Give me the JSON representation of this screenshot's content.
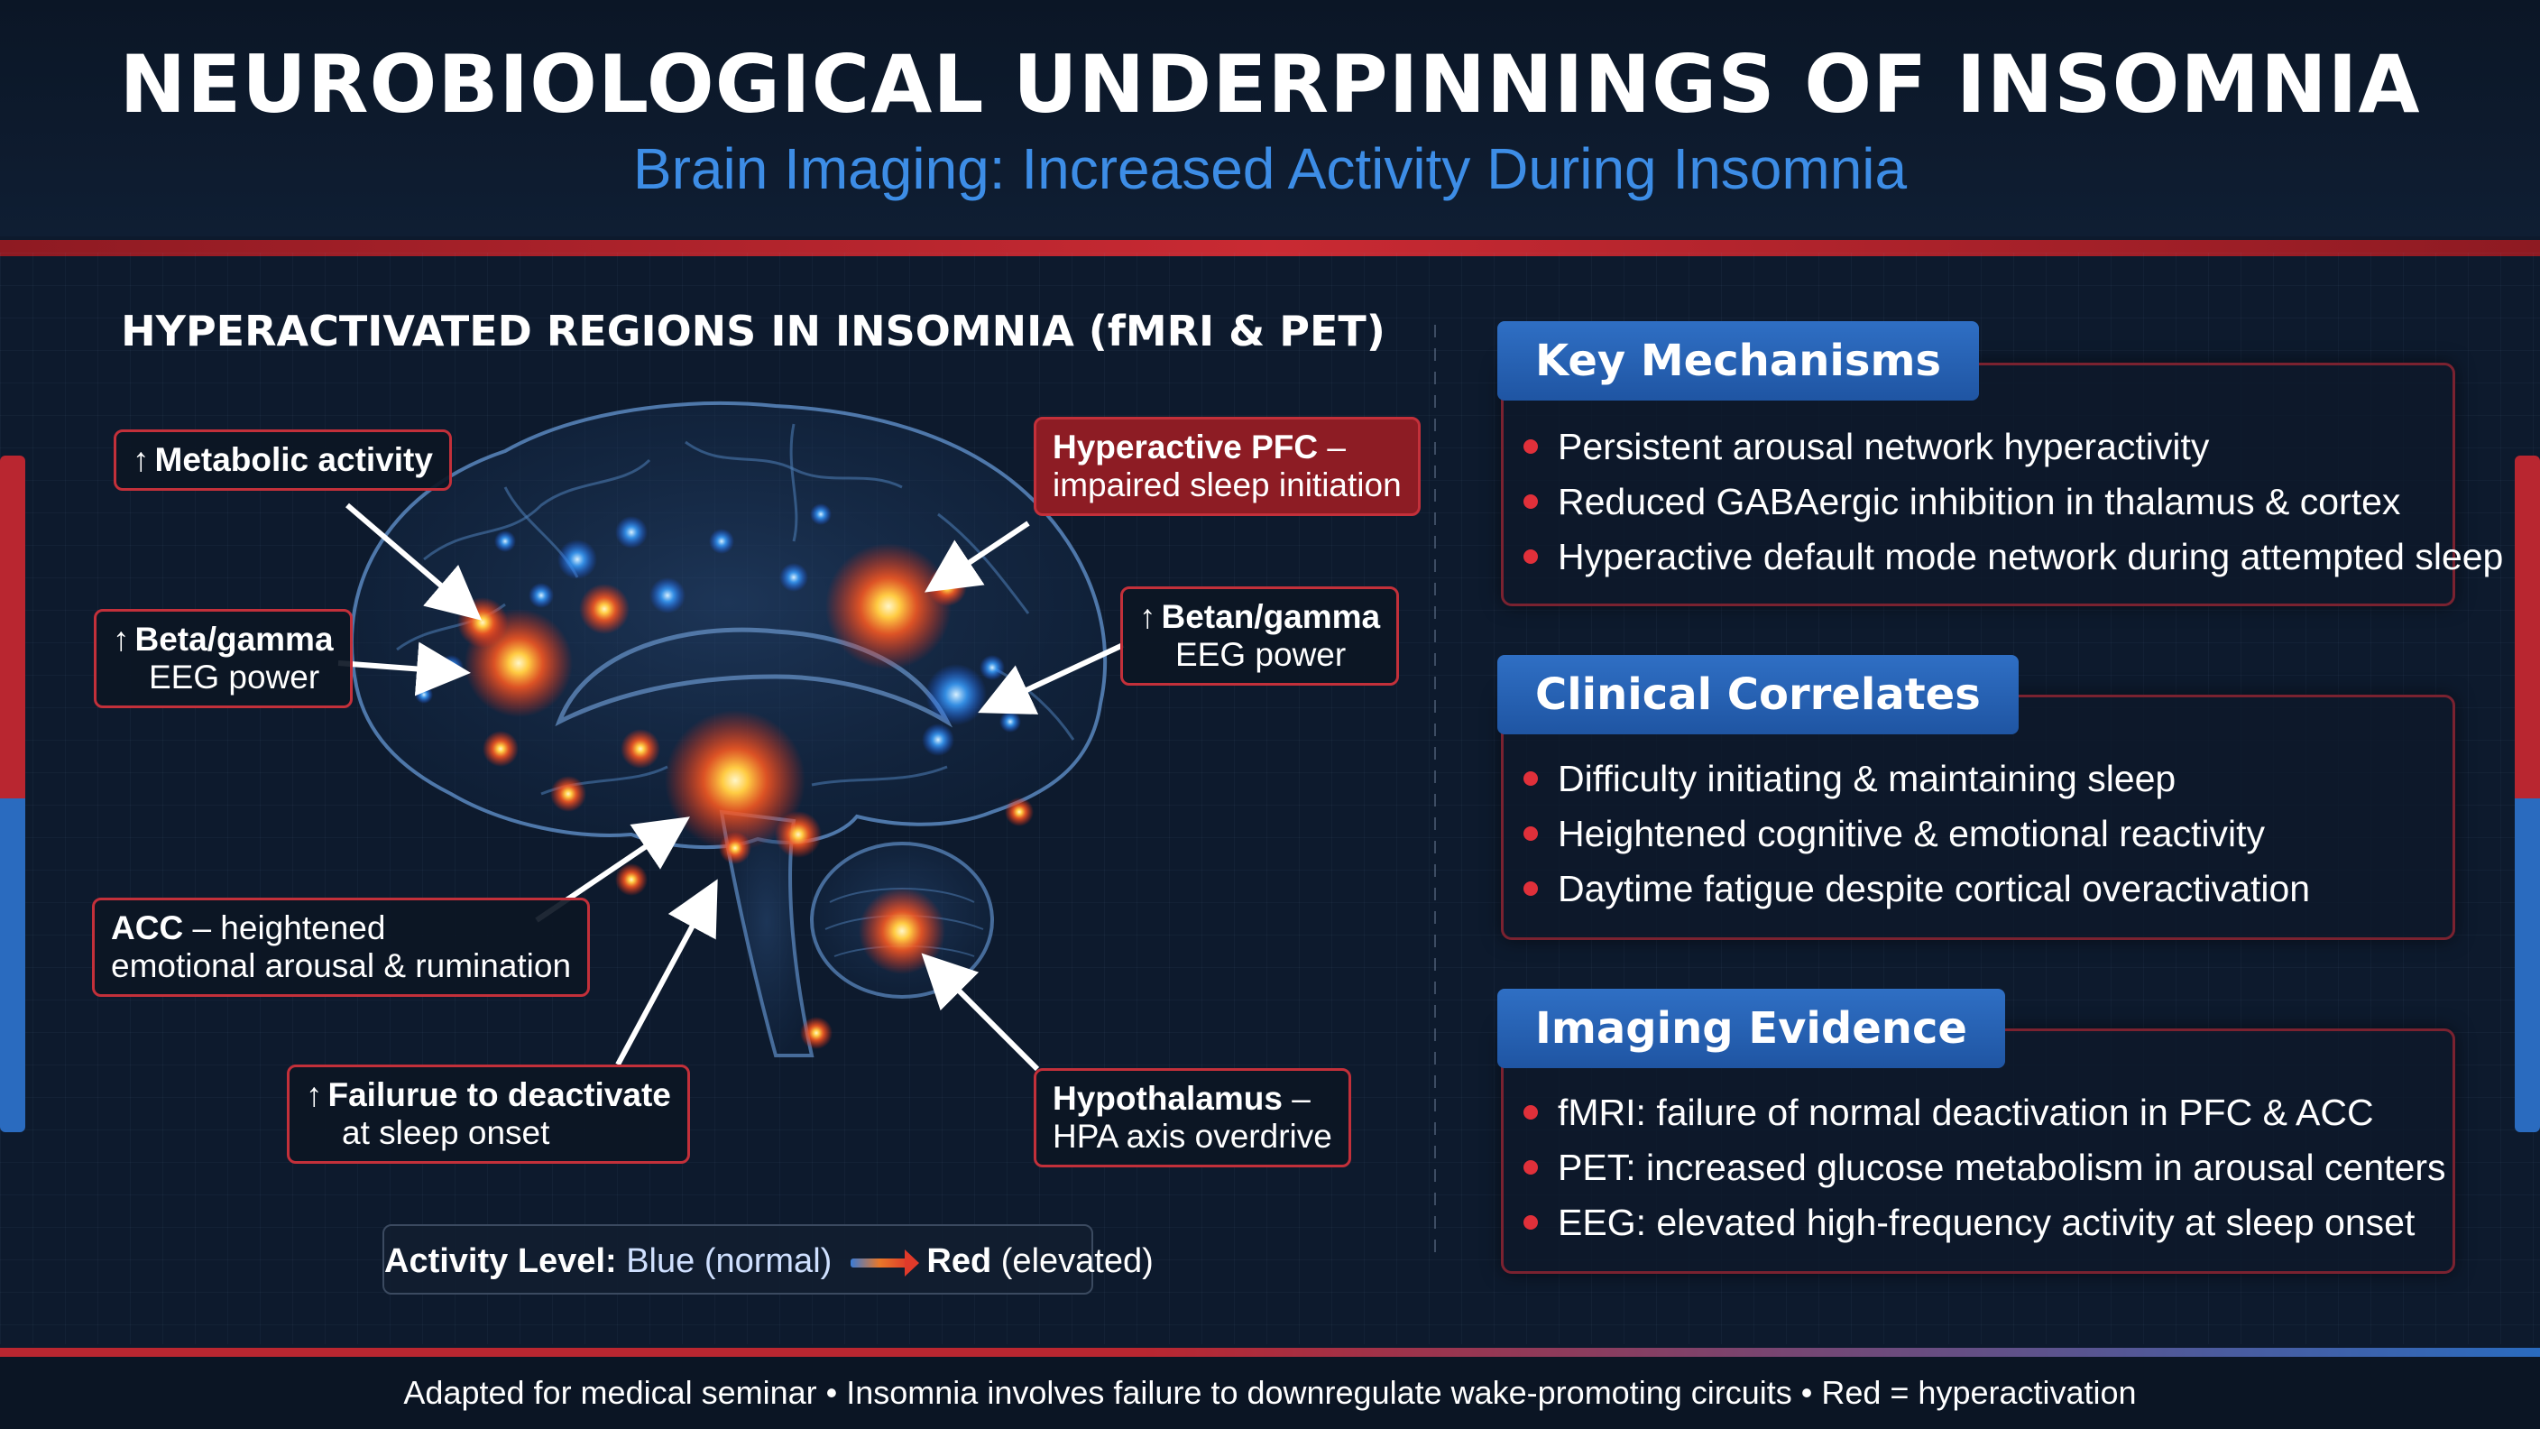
{
  "header": {
    "title": "NEUROBIOLOGICAL UNDERPINNINGS OF INSOMNIA",
    "subtitle": "Brain Imaging: Increased Activity During Insomnia"
  },
  "diagram": {
    "heading": "HYPERACTIVATED REGIONS IN INSOMNIA (fMRI & PET)",
    "labels": {
      "metabolic": {
        "arrow": "↑",
        "bold": "Metabolic activity"
      },
      "beta_left": {
        "arrow": "↑",
        "bold": "Beta/gamma",
        "text": "EEG power"
      },
      "pfc": {
        "bold": "Hyperactive PFC",
        "text1": " –",
        "text2": "impaired sleep initiation"
      },
      "beta_right": {
        "arrow": "↑",
        "bold": "Betan/gamma",
        "text": "EEG power"
      },
      "acc": {
        "bold": "ACC",
        "text1": " – heightened",
        "text2": "emotional arousal & rumination"
      },
      "failure": {
        "arrow": "↑",
        "bold": "Failurue to deactivate",
        "text": "at sleep onset"
      },
      "hypothalamus": {
        "bold": "Hypothalamus",
        "text1": " –",
        "text2": "HPA axis overdrive"
      }
    },
    "legend": {
      "prefix": "Activity Level:",
      "normal": " Blue (normal)",
      "elevated_bold": "Red",
      "elevated": " (elevated)"
    }
  },
  "panels": {
    "mechanisms": {
      "title": "Key Mechanisms",
      "items": [
        "Persistent arousal network hyperactivity",
        "Reduced GABAergic inhibition in thalamus & cortex",
        "Hyperactive default mode network during attempted sleep"
      ]
    },
    "clinical": {
      "title": "Clinical Correlates",
      "items": [
        "Difficulty initiating & maintaining sleep",
        "Heightened cognitive & emotional reactivity",
        "Daytime fatigue despite cortical overactivation"
      ]
    },
    "imaging": {
      "title": "Imaging Evidence",
      "items": [
        "fMRI: failure of normal deactivation in PFC & ACC",
        "PET: increased glucose metabolism in arousal centers",
        "EEG: elevated high-frequency activity at sleep onset"
      ]
    }
  },
  "footer": {
    "text": "Adapted for medical seminar • Insomnia involves failure to downregulate wake-promoting circuits • Red = hyperactivation"
  },
  "colors": {
    "accent_red": "#c3303a",
    "accent_blue": "#2f6fc4",
    "subtitle_blue": "#3d8de6",
    "background": "#0d1a2d"
  }
}
